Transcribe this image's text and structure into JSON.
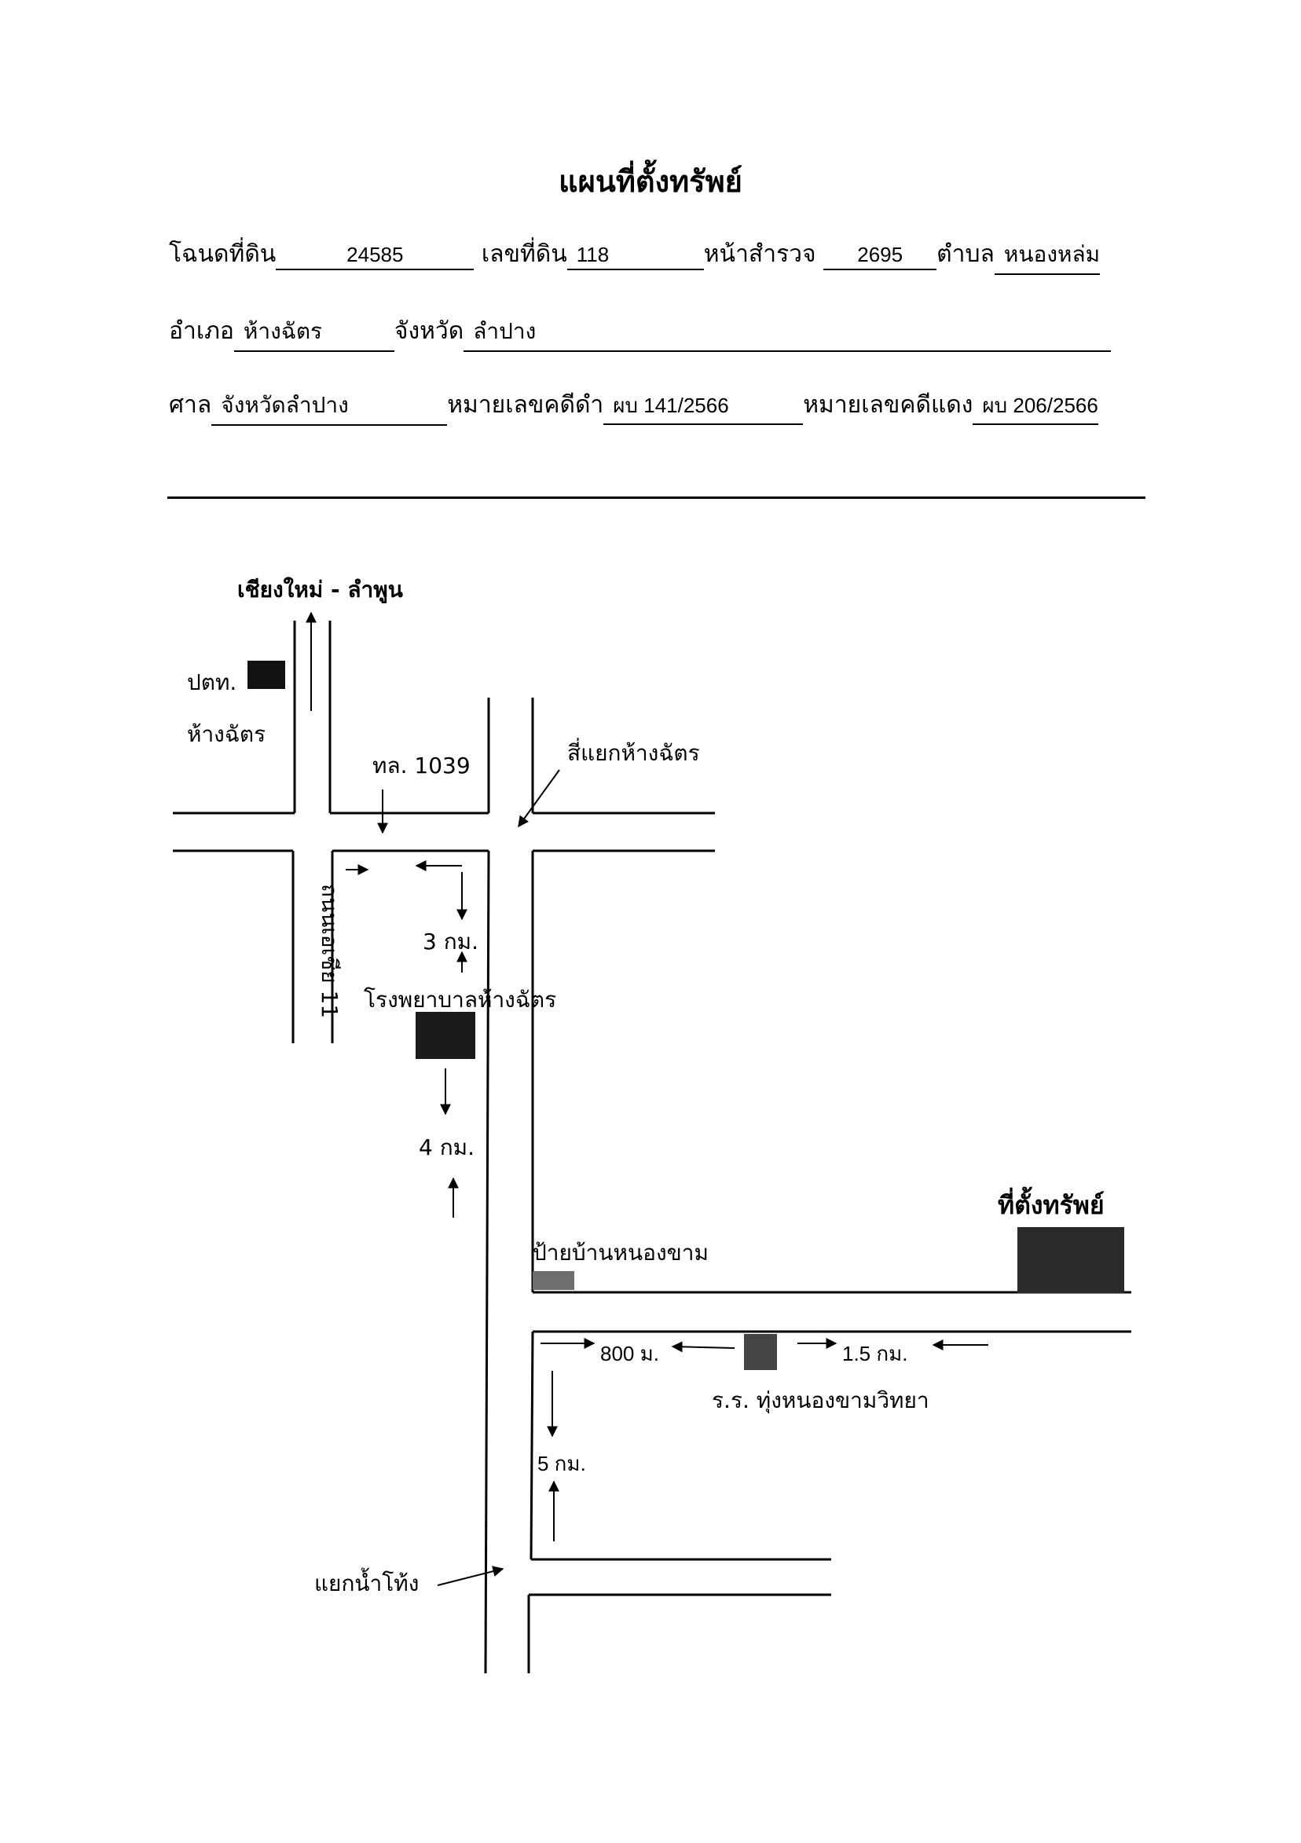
{
  "title": "แผนที่ตั้งทรัพย์",
  "fields": {
    "deed_label": "โฉนดที่ดิน",
    "deed_no": "24585",
    "land_no_label": "เลขที่ดิน",
    "land_no": "118",
    "survey_label": "หน้าสำรวจ",
    "survey_no": "2695",
    "subdistrict_label": "ตำบล",
    "subdistrict": "หนองหล่ม",
    "district_label": "อำเภอ",
    "district": "ห้างฉัตร",
    "province_label": "จังหวัด",
    "province": "ลำปาง",
    "court_label": "ศาล",
    "court": "จังหวัดลำปาง",
    "black_case_label": "หมายเลขคดีดำ",
    "black_case": "ผบ 141/2566",
    "red_case_label": "หมายเลขคดีแดง",
    "red_case": "ผบ 206/2566"
  },
  "map": {
    "direction_top": "เชียงใหม่ - ลำพูน",
    "ptt_label": "ปตท.",
    "ptt_sub": "ห้างฉัตร",
    "road_1039": "ทล. 1039",
    "junction": "สี่แยกห้างฉัตร",
    "road_side": "ถนนเอเชีย 11",
    "dist_3km": "3 กม.",
    "hospital": "โรงพยาบาลห้างฉัตร",
    "dist_4km": "4 กม.",
    "property": "ที่ตั้งทรัพย์",
    "village_sign": "ป้ายบ้านหนองขาม",
    "dist_800m": "800 ม.",
    "dist_1_5km": "1.5 กม.",
    "school": "ร.ร. ทุ่งหนองขามวิทยา",
    "dist_5km": "5 กม.",
    "nam_hong_junction": "แยกน้ำโท้ง"
  }
}
